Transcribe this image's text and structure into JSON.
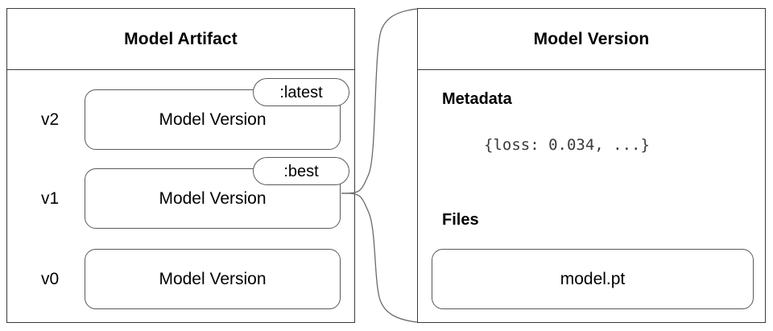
{
  "artifact_panel": {
    "title": "Model Artifact",
    "rows": [
      {
        "version": "v2",
        "box_label": "Model Version",
        "alias": ":latest"
      },
      {
        "version": "v1",
        "box_label": "Model Version",
        "alias": ":best"
      },
      {
        "version": "v0",
        "box_label": "Model Version",
        "alias": null
      }
    ]
  },
  "version_panel": {
    "title": "Model Version",
    "metadata": {
      "heading": "Metadata",
      "value": "{loss: 0.034, ...}"
    },
    "files": {
      "heading": "Files",
      "items": [
        {
          "name": "model.pt"
        }
      ]
    }
  },
  "connector": {
    "name": "brace",
    "from": "model-version-v1",
    "to": "version-panel"
  },
  "colors": {
    "background": "#ffffff",
    "panel_border": "#3a3a3a",
    "box_border": "#5a5a5a",
    "text": "#000000",
    "mono_text": "#3b3b3b"
  }
}
